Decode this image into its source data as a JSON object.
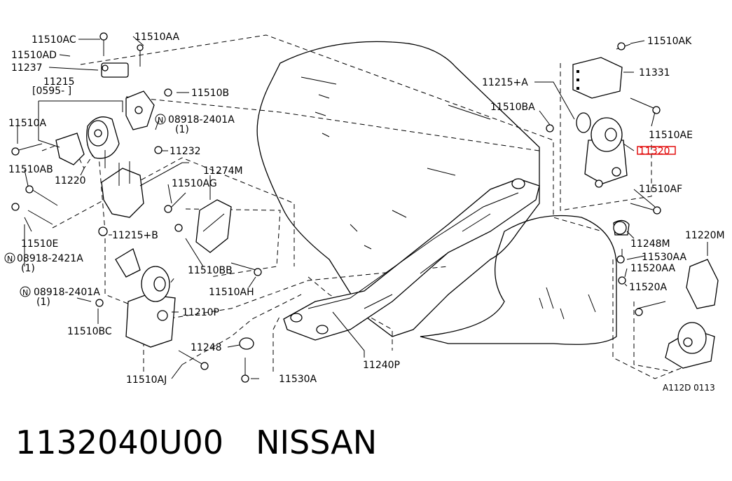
{
  "caption": {
    "part_number": "1132040U00",
    "brand": "NISSAN"
  },
  "figure_code": "A112D 0113",
  "colors": {
    "highlight": "#e00000",
    "line": "#000000"
  },
  "labels": {
    "l_11510AC": "11510AC",
    "l_11510AA": "11510AA",
    "l_11510AD": "11510AD",
    "l_11237": "11237",
    "l_11215": "11215",
    "l_0595": "[0595-   ]",
    "l_11510B": "11510B",
    "l_11510A": "11510A",
    "l_08918_2401A_top": "08918-2401A",
    "l_qty_top": "(1)",
    "l_11232": "11232",
    "l_11510AB": "11510AB",
    "l_11220": "11220",
    "l_11274M": "11274M",
    "l_11510AG": "11510AG",
    "l_11510E": "11510E",
    "l_08918_2421A": "08918-2421A",
    "l_qty_mid": "(1)",
    "l_11215B": "11215+B",
    "l_11510BB": "11510BB",
    "l_08918_2401A_bot": "08918-2401A",
    "l_qty_bot": "(1)",
    "l_11510AH": "11510AH",
    "l_11510BC": "11510BC",
    "l_11210P": "11210P",
    "l_11248_left": "11248",
    "l_11510AJ": "11510AJ",
    "l_11530A": "11530A",
    "l_11240P": "11240P",
    "l_11510AK": "11510AK",
    "l_11331": "11331",
    "l_11215A": "11215+A",
    "l_11510BA": "11510BA",
    "l_11510AE": "11510AE",
    "l_11320": "11320",
    "l_11510AF": "11510AF",
    "l_11248M": "11248M",
    "l_11220M": "11220M",
    "l_11530AA": "11530AA",
    "l_11520AA": "11520AA",
    "l_11520A": "11520A",
    "l_N": "N"
  }
}
